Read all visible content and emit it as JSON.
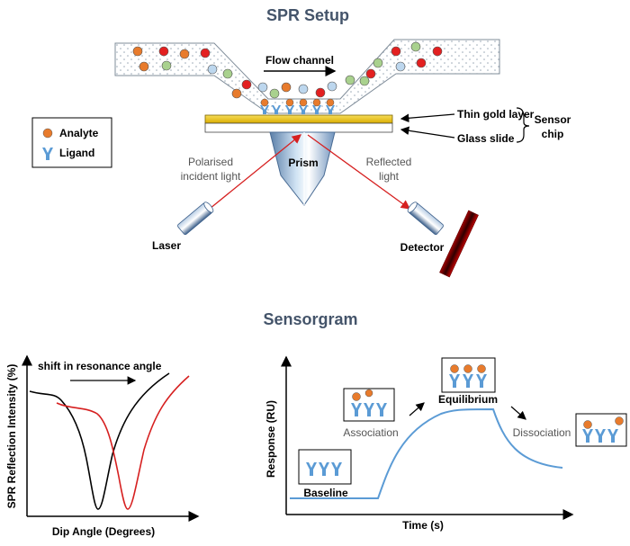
{
  "setup": {
    "title": "SPR Setup",
    "flow_channel": "Flow channel",
    "gold_layer": "Thin gold layer",
    "glass_slide": "Glass slide",
    "sensor_chip_line1": "Sensor",
    "sensor_chip_line2": "chip",
    "prism": "Prism",
    "incident_line1": "Polarised",
    "incident_line2": "incident light",
    "reflected_line1": "Reflected",
    "reflected_line2": "light",
    "laser": "Laser",
    "detector": "Detector"
  },
  "legend": {
    "analyte": "Analyte",
    "ligand": "Ligand",
    "analyte_color": "#e87b2c",
    "ligand_color": "#5b9bd5"
  },
  "sensorgram": {
    "title": "Sensorgram",
    "ylabel": "Response (RU)",
    "xlabel": "Time (s)",
    "baseline": "Baseline",
    "association": "Association",
    "equilibrium": "Equilibrium",
    "dissociation": "Dissociation"
  },
  "dip_plot": {
    "ylabel": "SPR Reflection Intensity (%)",
    "xlabel": "Dip Angle (Degrees)",
    "annotation": "shift in resonance angle"
  },
  "colors": {
    "title": "#44546a",
    "curve_blue": "#5b9bd5",
    "curve_red": "#d62020",
    "gold": "#f2c80f",
    "prism": "#9dc3e6"
  },
  "chart_data": [
    {
      "type": "line",
      "title": "",
      "xlabel": "Dip Angle (Degrees)",
      "ylabel": "SPR Reflection Intensity (%)",
      "series": [
        {
          "x": [
            0,
            1,
            2,
            3,
            4,
            5,
            6,
            7,
            8,
            9,
            10
          ],
          "y": [
            80,
            78,
            70,
            40,
            5,
            30,
            60,
            75,
            85,
            95,
            100
          ]
        },
        {
          "x": [
            1.5,
            2.5,
            3.5,
            4.5,
            5.5,
            6.5,
            7.5,
            8.5,
            9.5,
            10.5,
            11.5
          ],
          "y": [
            75,
            70,
            60,
            30,
            5,
            30,
            60,
            75,
            85,
            95,
            100
          ]
        }
      ]
    },
    {
      "type": "line",
      "title": "",
      "xlabel": "Time (s)",
      "ylabel": "Response (RU)",
      "series": [
        {
          "x": [
            0,
            1,
            2,
            3,
            4,
            5,
            6,
            7,
            8,
            9,
            10
          ],
          "y": [
            5,
            5,
            5,
            5,
            55,
            75,
            80,
            80,
            80,
            40,
            30
          ]
        }
      ]
    }
  ]
}
